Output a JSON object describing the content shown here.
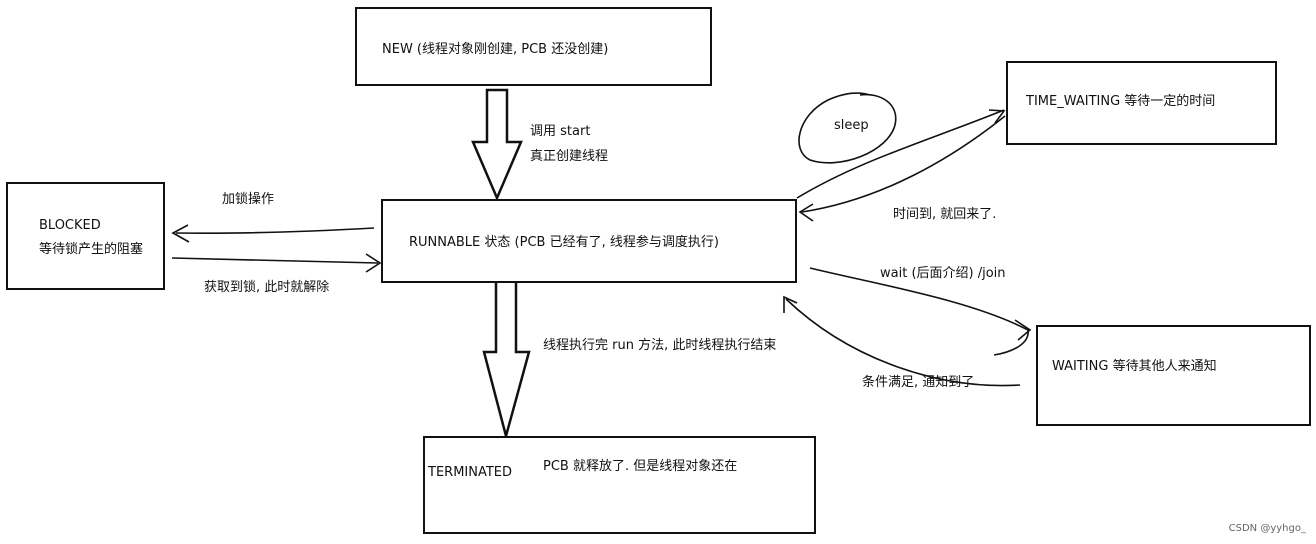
{
  "states": {
    "new": "NEW (线程对象刚创建, PCB 还没创建)",
    "runnable": "RUNNABLE 状态 (PCB 已经有了, 线程参与调度执行)",
    "blocked_line1": "BLOCKED",
    "blocked_line2": "等待锁产生的阻塞",
    "time_waiting": "TIME_WAITING 等待一定的时间",
    "waiting": "WAITING 等待其他人来通知",
    "terminated": "TERMINATED",
    "terminated_note": "PCB 就释放了. 但是线程对象还在"
  },
  "transitions": {
    "start_line1": "调用 start",
    "start_line2": "真正创建线程",
    "lock": "加锁操作",
    "unlock": "获取到锁, 此时就解除",
    "sleep": "sleep",
    "time_up": "时间到, 就回来了.",
    "wait": "wait (后面介绍) /join",
    "notify": "条件满足, 通知到了",
    "run_end": "线程执行完 run 方法, 此时线程执行结束"
  },
  "watermark": "CSDN @yyhgo_"
}
